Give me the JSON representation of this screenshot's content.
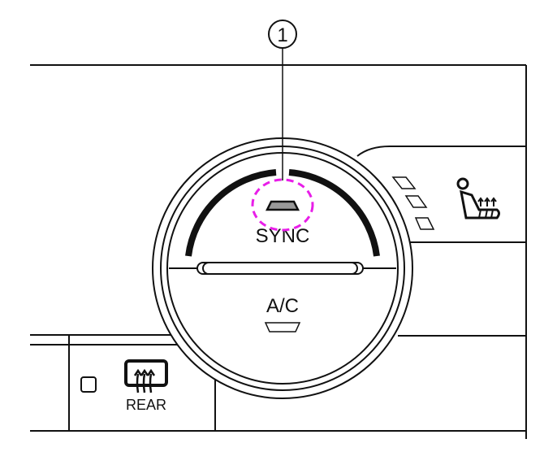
{
  "callout": {
    "number": "1"
  },
  "knob": {
    "top_label": "SYNC",
    "bottom_label": "A/C"
  },
  "rear_panel": {
    "label": "REAR"
  },
  "colors": {
    "line": "#111111",
    "highlight": "#e81ee8",
    "indicator": "#999999"
  },
  "icons": [
    "rear-defrost-icon",
    "seat-heater-icon",
    "indicator-lamp-icon"
  ]
}
